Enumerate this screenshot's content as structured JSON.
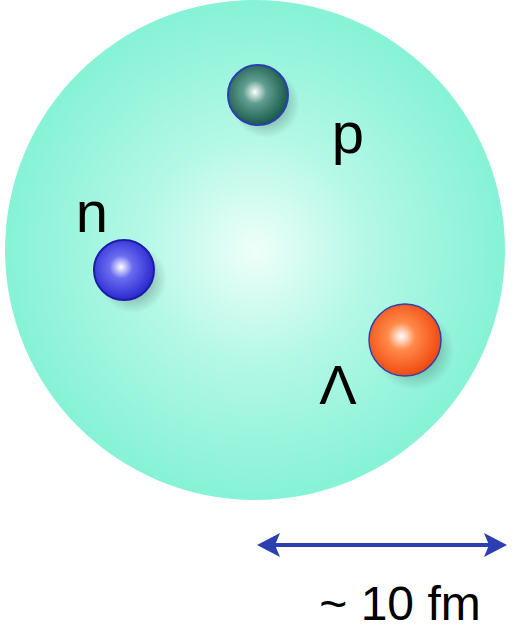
{
  "diagram": {
    "labels": [
      "p",
      "n",
      "Λ",
      "~ 10 fm"
    ]
  }
}
